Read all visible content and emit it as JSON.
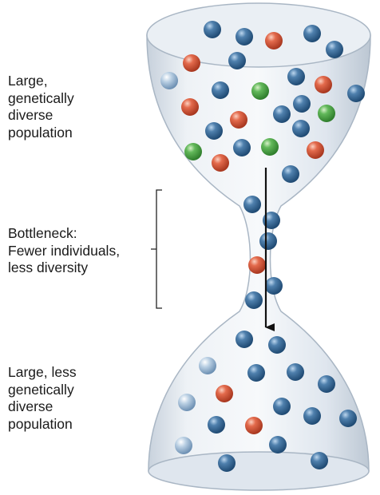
{
  "labels": {
    "top": "Large,\ngenetically\ndiverse\npopulation",
    "middle": "Bottleneck:\nFewer individuals,\nless diversity",
    "bottom": "Large, less\ngenetically\ndiverse\npopulation"
  },
  "colors": {
    "blue": "#2f5f8c",
    "red": "#d8563c",
    "green": "#4fa84a",
    "pale": "#a9c3dc",
    "glass": "#dfe6ee",
    "arrow": "#111111"
  }
}
